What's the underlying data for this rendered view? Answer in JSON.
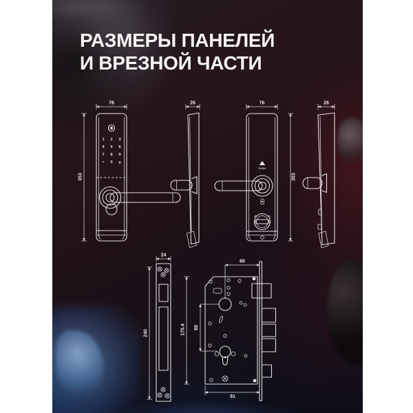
{
  "title": {
    "line1": "РАЗМЕРЫ ПАНЕЛЕЙ",
    "line2": "И ВРЕЗНОЙ ЧАСТИ"
  },
  "dimensions": {
    "front_panel_width": "76",
    "front_panel_height": "353",
    "front_side_depth": "26",
    "back_panel_width": "76",
    "back_panel_height": "353",
    "back_side_depth": "26",
    "faceplate_width": "24",
    "faceplate_height": "240",
    "lock_backset": "60",
    "lock_hole_centers": "68",
    "lock_body_height": "175.4",
    "lock_body_width": "91"
  },
  "labels": {
    "push": "PUSH"
  },
  "keypad": {
    "keys": [
      "1",
      "2",
      "3",
      "4",
      "5",
      "6",
      "7",
      "8",
      "9",
      "*",
      "0",
      "#"
    ]
  },
  "colors": {
    "page_margin": "#ffffff",
    "poster_dark": "#1c1016",
    "maroon_glow": "#5a161e",
    "navy_glow": "#123060",
    "line": "#e4e2e3",
    "text": "#f7f5f6"
  }
}
